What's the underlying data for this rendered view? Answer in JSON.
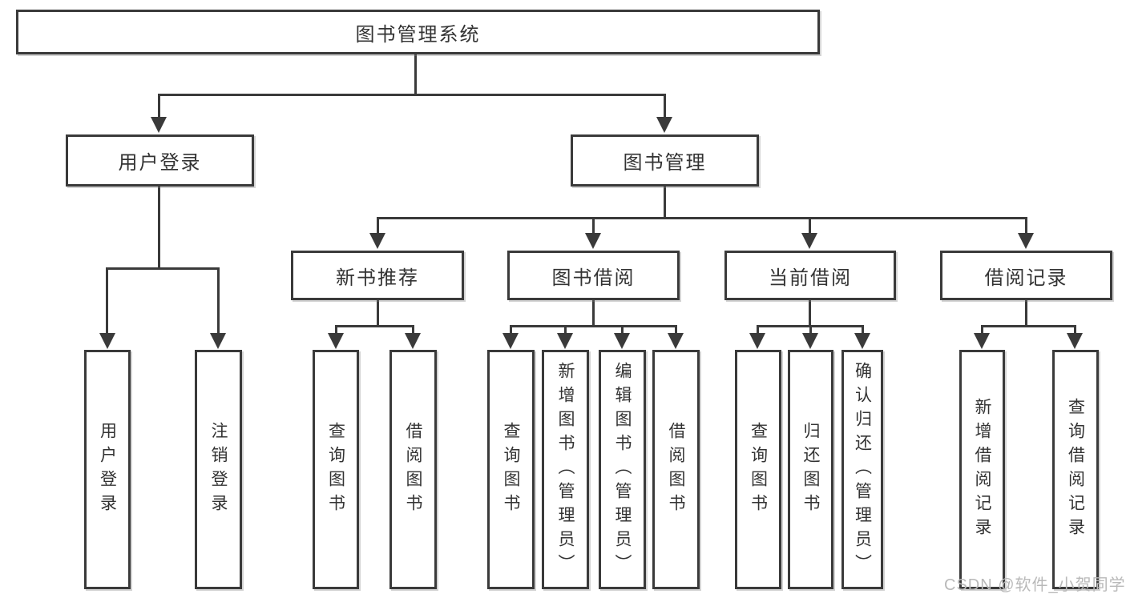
{
  "title": "图书管理系统",
  "tree": {
    "label": "图书管理系统",
    "children": [
      {
        "label": "用户登录",
        "children": [
          {
            "label": "用户登录"
          },
          {
            "label": "注销登录"
          }
        ]
      },
      {
        "label": "图书管理",
        "children": [
          {
            "label": "新书推荐",
            "children": [
              {
                "label": "查询图书"
              },
              {
                "label": "借阅图书"
              }
            ]
          },
          {
            "label": "图书借阅",
            "children": [
              {
                "label": "查询图书"
              },
              {
                "label": "新增图书（管理员）"
              },
              {
                "label": "编辑图书（管理员）"
              },
              {
                "label": "借阅图书"
              }
            ]
          },
          {
            "label": "当前借阅",
            "children": [
              {
                "label": "查询图书"
              },
              {
                "label": "归还图书"
              },
              {
                "label": "确认归还（管理员）"
              }
            ]
          },
          {
            "label": "借阅记录",
            "children": [
              {
                "label": "新增借阅记录"
              },
              {
                "label": "查询借阅记录"
              }
            ]
          }
        ]
      }
    ]
  },
  "watermark": "CSDN @软件_小贺同学",
  "colors": {
    "line": "#3a3a3a",
    "box_border": "#3a3a3a",
    "text": "#333333",
    "watermark": "#b9b9b9",
    "background": "#ffffff"
  }
}
